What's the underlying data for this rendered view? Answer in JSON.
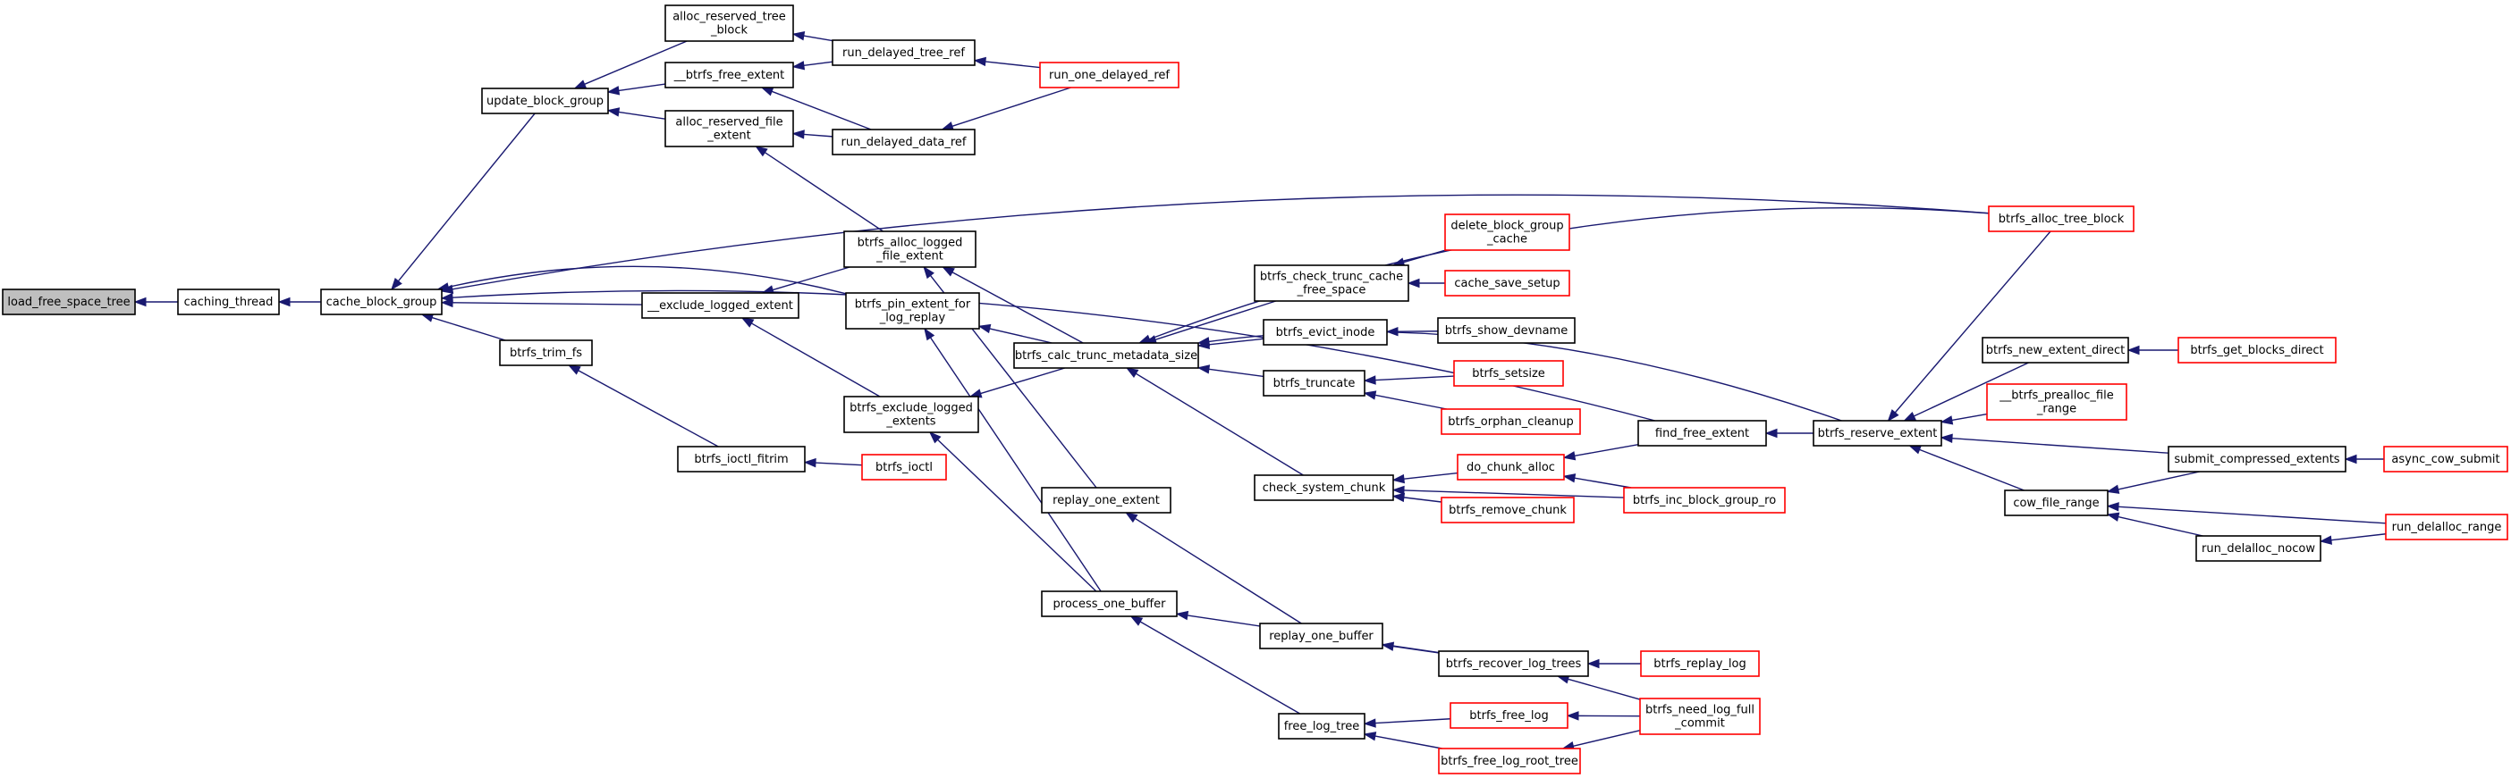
{
  "colors": {
    "edge": "#191970",
    "node_border_default": "#000000",
    "node_border_truncated": "#ff0000",
    "root_fill": "#bfbfbf"
  },
  "nodes": [
    {
      "id": "lfst",
      "lines": [
        "load_free_space_tree"
      ],
      "style": "root"
    },
    {
      "id": "caching_thread",
      "lines": [
        "caching_thread"
      ],
      "style": "black"
    },
    {
      "id": "cbg",
      "lines": [
        "cache_block_group"
      ],
      "style": "black"
    },
    {
      "id": "ubg",
      "lines": [
        "update_block_group"
      ],
      "style": "black"
    },
    {
      "id": "artb",
      "lines": [
        "alloc_reserved_tree",
        "_block"
      ],
      "style": "black"
    },
    {
      "id": "bfe",
      "lines": [
        "__btrfs_free_extent"
      ],
      "style": "black"
    },
    {
      "id": "arfe",
      "lines": [
        "alloc_reserved_file",
        "_extent"
      ],
      "style": "black"
    },
    {
      "id": "rdtr",
      "lines": [
        "run_delayed_tree_ref"
      ],
      "style": "black"
    },
    {
      "id": "rddr",
      "lines": [
        "run_delayed_data_ref"
      ],
      "style": "black"
    },
    {
      "id": "rodr",
      "lines": [
        "run_one_delayed_ref"
      ],
      "style": "red"
    },
    {
      "id": "ele",
      "lines": [
        "__exclude_logged_extent"
      ],
      "style": "black"
    },
    {
      "id": "btf",
      "lines": [
        "btrfs_trim_fs"
      ],
      "style": "black"
    },
    {
      "id": "bif",
      "lines": [
        "btrfs_ioctl_fitrim"
      ],
      "style": "black"
    },
    {
      "id": "bioctl",
      "lines": [
        "btrfs_ioctl"
      ],
      "style": "red"
    },
    {
      "id": "balfe",
      "lines": [
        "btrfs_alloc_logged",
        "_file_extent"
      ],
      "style": "black"
    },
    {
      "id": "bpefr",
      "lines": [
        "btrfs_pin_extent_for",
        "_log_replay"
      ],
      "style": "black"
    },
    {
      "id": "bele",
      "lines": [
        "btrfs_exclude_logged",
        "_extents"
      ],
      "style": "black"
    },
    {
      "id": "bctms",
      "lines": [
        "btrfs_calc_trunc_metadata_size"
      ],
      "style": "black"
    },
    {
      "id": "roe",
      "lines": [
        "replay_one_extent"
      ],
      "style": "black"
    },
    {
      "id": "pob",
      "lines": [
        "process_one_buffer"
      ],
      "style": "black"
    },
    {
      "id": "bctcfs",
      "lines": [
        "btrfs_check_trunc_cache",
        "_free_space"
      ],
      "style": "black"
    },
    {
      "id": "dbgc",
      "lines": [
        "delete_block_group",
        "_cache"
      ],
      "style": "red"
    },
    {
      "id": "css",
      "lines": [
        "cache_save_setup"
      ],
      "style": "red"
    },
    {
      "id": "bei",
      "lines": [
        "btrfs_evict_inode"
      ],
      "style": "black"
    },
    {
      "id": "bsd",
      "lines": [
        "btrfs_show_devname"
      ],
      "style": "black"
    },
    {
      "id": "btrunc",
      "lines": [
        "btrfs_truncate"
      ],
      "style": "black"
    },
    {
      "id": "bsetsize",
      "lines": [
        "btrfs_setsize"
      ],
      "style": "red"
    },
    {
      "id": "boc",
      "lines": [
        "btrfs_orphan_cleanup"
      ],
      "style": "red"
    },
    {
      "id": "csc",
      "lines": [
        "check_system_chunk"
      ],
      "style": "black"
    },
    {
      "id": "dca",
      "lines": [
        "do_chunk_alloc"
      ],
      "style": "red"
    },
    {
      "id": "brc",
      "lines": [
        "btrfs_remove_chunk"
      ],
      "style": "red"
    },
    {
      "id": "bibgr",
      "lines": [
        "btrfs_inc_block_group_ro"
      ],
      "style": "red"
    },
    {
      "id": "ffe",
      "lines": [
        "find_free_extent"
      ],
      "style": "black"
    },
    {
      "id": "bre",
      "lines": [
        "btrfs_reserve_extent"
      ],
      "style": "black"
    },
    {
      "id": "batb",
      "lines": [
        "btrfs_alloc_tree_block"
      ],
      "style": "red"
    },
    {
      "id": "bned",
      "lines": [
        "btrfs_new_extent_direct"
      ],
      "style": "black"
    },
    {
      "id": "bgbd",
      "lines": [
        "btrfs_get_blocks_direct"
      ],
      "style": "red"
    },
    {
      "id": "bpfr",
      "lines": [
        "__btrfs_prealloc_file",
        "_range"
      ],
      "style": "red"
    },
    {
      "id": "sce",
      "lines": [
        "submit_compressed_extents"
      ],
      "style": "black"
    },
    {
      "id": "acs",
      "lines": [
        "async_cow_submit"
      ],
      "style": "red"
    },
    {
      "id": "cfr",
      "lines": [
        "cow_file_range"
      ],
      "style": "black"
    },
    {
      "id": "rdr",
      "lines": [
        "run_delalloc_range"
      ],
      "style": "red"
    },
    {
      "id": "rdn",
      "lines": [
        "run_delalloc_nocow"
      ],
      "style": "black"
    },
    {
      "id": "rob",
      "lines": [
        "replay_one_buffer"
      ],
      "style": "black"
    },
    {
      "id": "brlt",
      "lines": [
        "btrfs_recover_log_trees"
      ],
      "style": "black"
    },
    {
      "id": "brl",
      "lines": [
        "btrfs_replay_log"
      ],
      "style": "red"
    },
    {
      "id": "flt",
      "lines": [
        "free_log_tree"
      ],
      "style": "black"
    },
    {
      "id": "bfl",
      "lines": [
        "btrfs_free_log"
      ],
      "style": "red"
    },
    {
      "id": "bflrt",
      "lines": [
        "btrfs_free_log_root_tree"
      ],
      "style": "red"
    },
    {
      "id": "bnlfc",
      "lines": [
        "btrfs_need_log_full",
        "_commit"
      ],
      "style": "red"
    }
  ],
  "edges": [
    [
      "caching_thread",
      "lfst"
    ],
    [
      "cbg",
      "caching_thread"
    ],
    [
      "ubg",
      "cbg"
    ],
    [
      "batb",
      "cbg"
    ],
    [
      "ffe",
      "cbg"
    ],
    [
      "ele",
      "cbg"
    ],
    [
      "bpefr",
      "cbg"
    ],
    [
      "btf",
      "cbg"
    ],
    [
      "artb",
      "ubg"
    ],
    [
      "bfe",
      "ubg"
    ],
    [
      "arfe",
      "ubg"
    ],
    [
      "rdtr",
      "artb"
    ],
    [
      "rdtr",
      "bfe"
    ],
    [
      "rddr",
      "bfe"
    ],
    [
      "rddr",
      "arfe"
    ],
    [
      "rodr",
      "rdtr"
    ],
    [
      "rodr",
      "rddr"
    ],
    [
      "balfe",
      "arfe"
    ],
    [
      "balfe",
      "ele"
    ],
    [
      "bele",
      "ele"
    ],
    [
      "bif",
      "btf"
    ],
    [
      "bioctl",
      "bif"
    ],
    [
      "bctms",
      "balfe"
    ],
    [
      "roe",
      "balfe"
    ],
    [
      "bctms",
      "bpefr"
    ],
    [
      "pob",
      "bpefr"
    ],
    [
      "bctms",
      "bele"
    ],
    [
      "pob",
      "bele"
    ],
    [
      "bctcfs",
      "bctms"
    ],
    [
      "bei",
      "bctms"
    ],
    [
      "btrunc",
      "bctms"
    ],
    [
      "csc",
      "bctms"
    ],
    [
      "batb",
      "bctms"
    ],
    [
      "bre",
      "bctms"
    ],
    [
      "dbgc",
      "bctcfs"
    ],
    [
      "css",
      "bctcfs"
    ],
    [
      "bsd",
      "bei"
    ],
    [
      "bsetsize",
      "btrunc"
    ],
    [
      "boc",
      "btrunc"
    ],
    [
      "dca",
      "csc"
    ],
    [
      "brc",
      "csc"
    ],
    [
      "bibgr",
      "csc"
    ],
    [
      "ffe",
      "dca"
    ],
    [
      "bibgr",
      "dca"
    ],
    [
      "bre",
      "ffe"
    ],
    [
      "batb",
      "bre"
    ],
    [
      "bned",
      "bre"
    ],
    [
      "bpfr",
      "bre"
    ],
    [
      "sce",
      "bre"
    ],
    [
      "cfr",
      "bre"
    ],
    [
      "bgbd",
      "bned"
    ],
    [
      "acs",
      "sce"
    ],
    [
      "sce",
      "cfr"
    ],
    [
      "rdr",
      "cfr"
    ],
    [
      "rdn",
      "cfr"
    ],
    [
      "rdr",
      "rdn"
    ],
    [
      "rob",
      "roe"
    ],
    [
      "brlt",
      "rob"
    ],
    [
      "brlt",
      "pob"
    ],
    [
      "flt",
      "pob"
    ],
    [
      "brl",
      "brlt"
    ],
    [
      "bnlfc",
      "brlt"
    ],
    [
      "bfl",
      "flt"
    ],
    [
      "bflrt",
      "flt"
    ],
    [
      "bnlfc",
      "bfl"
    ],
    [
      "bnlfc",
      "bflrt"
    ]
  ]
}
